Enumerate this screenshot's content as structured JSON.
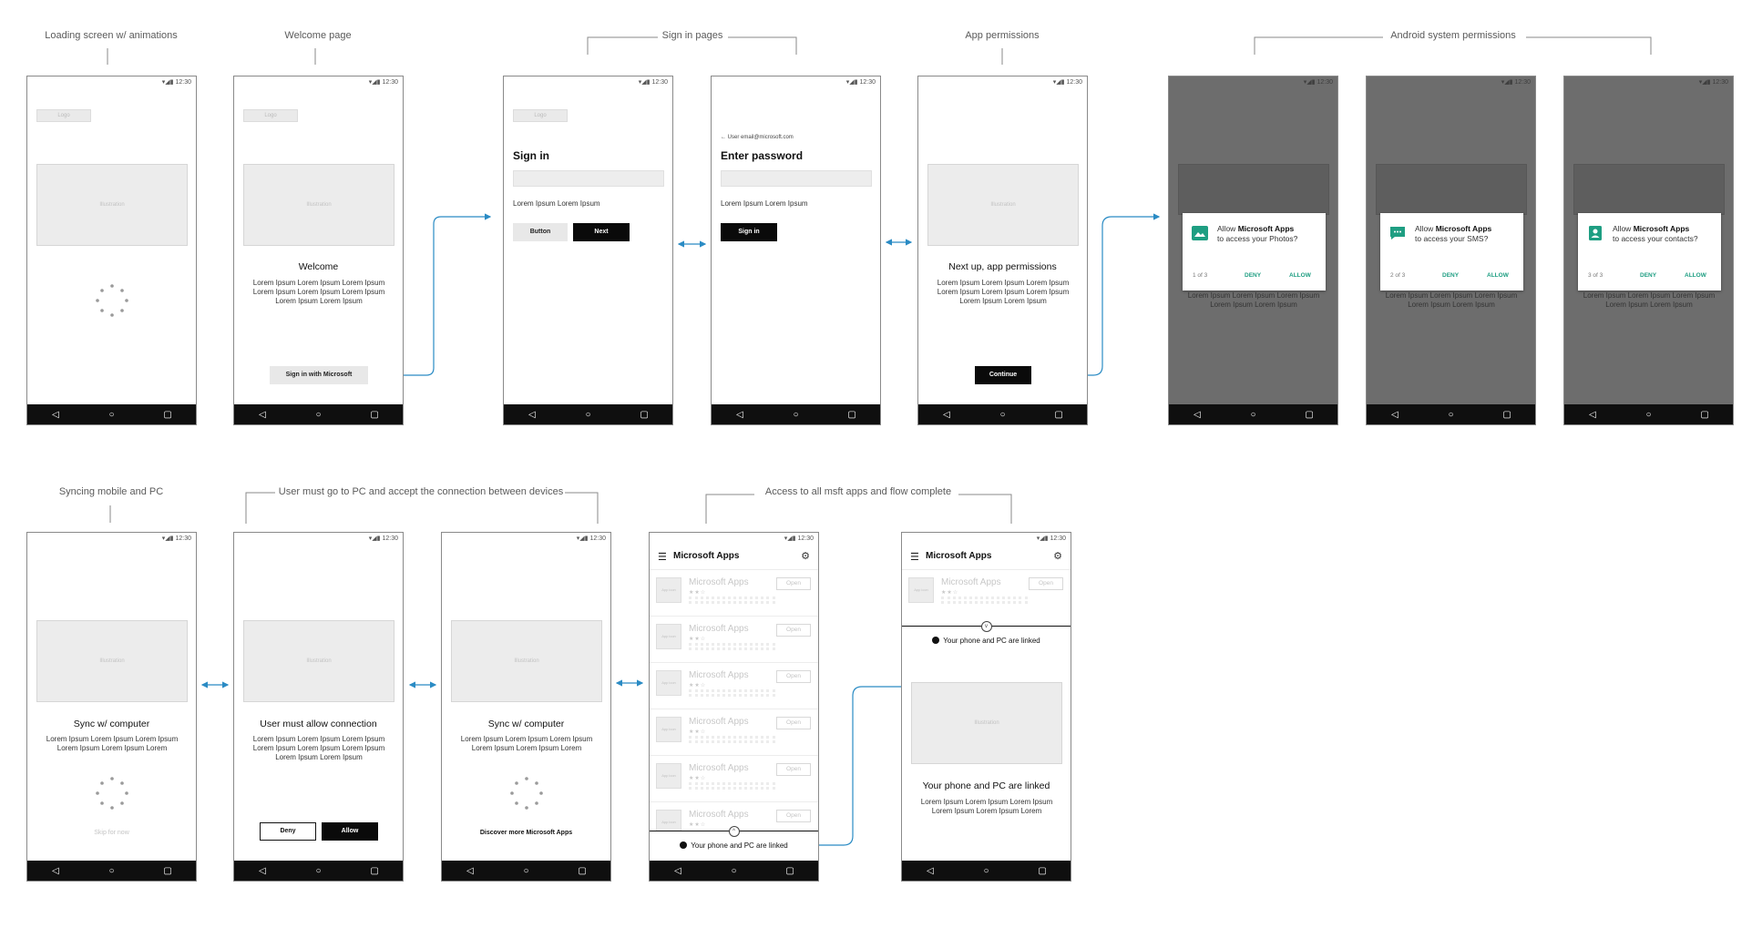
{
  "section_labels": {
    "loading": "Loading screen w/ animations",
    "welcome": "Welcome page",
    "signin": "Sign in pages",
    "app_permissions": "App permissions",
    "android_permissions": "Android system permissions",
    "syncing": "Syncing mobile and PC",
    "user_must": "User must go to PC and accept the connection between devices",
    "access_all": "Access to all msft apps and flow complete"
  },
  "status_time": "12:30",
  "nav": {
    "back": "◁",
    "home": "○",
    "recent": "▢"
  },
  "placeholders": {
    "logo": "Logo",
    "illustration": "Illustration",
    "app_icon": "App icon"
  },
  "welcome": {
    "title": "Welcome",
    "body": "Lorem Ipsum Lorem Ipsum  Lorem Ipsum Lorem Ipsum  Lorem Ipsum  Lorem Ipsum Lorem Ipsum  Lorem Ipsum",
    "button": "Sign in with Microsoft"
  },
  "signin": {
    "title": "Sign in",
    "body": "Lorem Ipsum Lorem Ipsum",
    "button_secondary": "Button",
    "button_primary": "Next"
  },
  "password": {
    "email": "User email@microsoft.com",
    "title": "Enter password",
    "body": "Lorem Ipsum Lorem Ipsum",
    "button": "Sign in"
  },
  "app_permissions": {
    "title": "Next up, app permissions",
    "body": "Lorem Ipsum Lorem Ipsum  Lorem Ipsum Lorem Ipsum  Lorem Ipsum  Lorem Ipsum Lorem Ipsum  Lorem Ipsum",
    "button": "Continue"
  },
  "dialogs": [
    {
      "prefix": "Allow ",
      "app": "Microsoft Apps",
      "suffix": "to access your Photos?",
      "count": "1 of 3",
      "deny": "DENY",
      "allow": "ALLOW",
      "icon": "photo-icon"
    },
    {
      "prefix": "Allow ",
      "app": "Microsoft Apps",
      "suffix": "to access your SMS?",
      "count": "2 of 3",
      "deny": "DENY",
      "allow": "ALLOW",
      "icon": "sms-icon"
    },
    {
      "prefix": "Allow ",
      "app": "Microsoft Apps",
      "suffix": "to access your contacts?",
      "count": "3 of 3",
      "deny": "DENY",
      "allow": "ALLOW",
      "icon": "contacts-icon"
    }
  ],
  "dim_body": "Lorem Ipsum  Lorem Ipsum  Lorem Ipsum Lorem Ipsum  Lorem Ipsum",
  "sync": {
    "title": "Sync w/ computer",
    "body": "Lorem Ipsum Lorem Ipsum  Lorem Ipsum Lorem Ipsum  Lorem Ipsum  Lorem",
    "skip": "Skip for now"
  },
  "allow_conn": {
    "title": "User must allow connection",
    "body": "Lorem Ipsum Lorem Ipsum  Lorem Ipsum Lorem Ipsum  Lorem Ipsum  Lorem Ipsum Lorem Ipsum  Lorem Ipsum",
    "deny": "Deny",
    "allow": "Allow"
  },
  "sync2": {
    "title": "Sync w/ computer",
    "body": "Lorem Ipsum Lorem Ipsum  Lorem Ipsum Lorem Ipsum  Lorem Ipsum  Lorem",
    "link": "Discover more Microsoft Apps"
  },
  "apps": {
    "header": "Microsoft Apps",
    "item_name": "Microsoft Apps",
    "stars": "★★☆",
    "open": "Open",
    "linked": "Your phone and PC are linked"
  },
  "linked_screen": {
    "banner": "Your phone and PC are linked",
    "title": "Your phone and PC are linked",
    "body": "Lorem Ipsum Lorem Ipsum  Lorem Ipsum Lorem Ipsum  Lorem Ipsum  Lorem"
  },
  "colors": {
    "accent_green": "#1e9e82",
    "connector_blue": "#2a8bc4"
  }
}
